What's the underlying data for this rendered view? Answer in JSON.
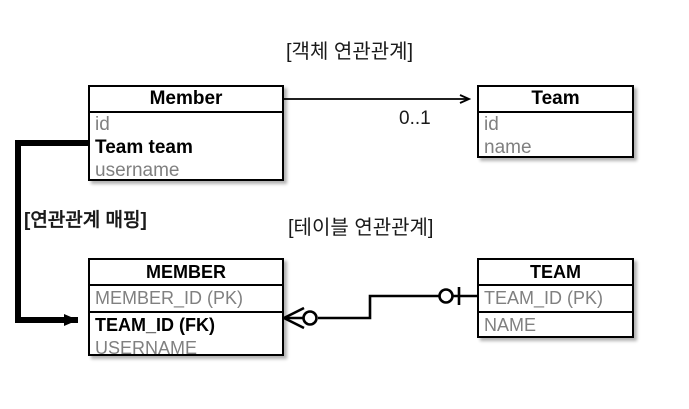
{
  "diagram": {
    "titles": {
      "object_relation": "[객체 연관관계]",
      "table_relation": "[테이블 연관관계]",
      "mapping": "[연관관계 매핑]"
    },
    "object_model": {
      "member": {
        "name": "Member",
        "fields": [
          {
            "label": "id",
            "emphasis": false
          },
          {
            "label": "Team team",
            "emphasis": true
          },
          {
            "label": "username",
            "emphasis": false
          }
        ]
      },
      "team": {
        "name": "Team",
        "fields": [
          {
            "label": "id",
            "emphasis": false
          },
          {
            "label": "name",
            "emphasis": false
          }
        ]
      },
      "association": {
        "multiplicity": "0..1",
        "arrow": "open-arrow-right"
      }
    },
    "table_model": {
      "member": {
        "name": "MEMBER",
        "columns": [
          {
            "label": "MEMBER_ID (PK)",
            "emphasis": false
          },
          {
            "label": "TEAM_ID (FK)",
            "emphasis": true
          },
          {
            "label": "USERNAME",
            "emphasis": false
          }
        ]
      },
      "team": {
        "name": "TEAM",
        "columns": [
          {
            "label": "TEAM_ID (PK)",
            "emphasis": false
          },
          {
            "label": "NAME",
            "emphasis": false
          }
        ]
      },
      "relationship": {
        "member_side_notation": "zero-or-many-crowsfoot",
        "team_side_notation": "zero-or-one"
      }
    },
    "colors": {
      "stroke": "#000000",
      "muted_text": "#808080",
      "emphasis_text": "#000000",
      "background": "#ffffff"
    }
  }
}
